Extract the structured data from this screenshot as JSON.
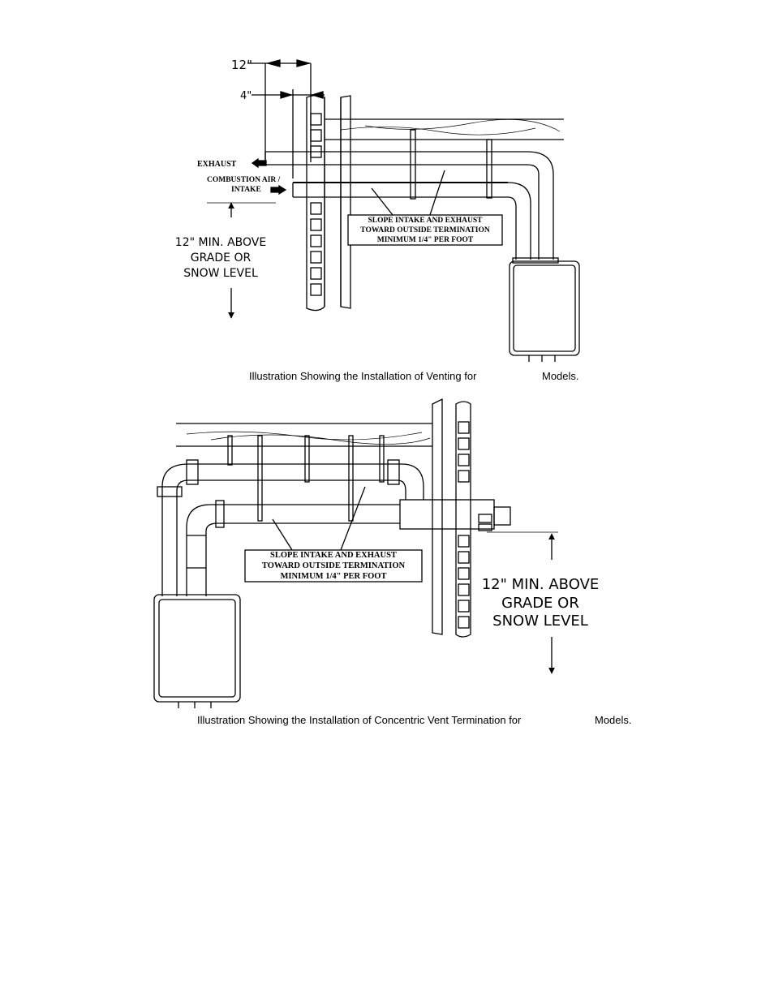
{
  "figure1": {
    "dim_12": "12\"",
    "dim_4": "4\"",
    "exhaust": "EXHAUST",
    "combustion_1": "COMBUSTION AIR /",
    "combustion_2": "INTAKE",
    "slope_1": "SLOPE INTAKE AND EXHAUST",
    "slope_2": "TOWARD OUTSIDE TERMINATION",
    "slope_3": "MINIMUM 1/4\" PER FOOT",
    "grade_1": "12\" MIN. ABOVE",
    "grade_2": "GRADE OR",
    "grade_3": "SNOW LEVEL",
    "caption_a": "Illustration Showing the Installation of Venting for",
    "caption_b": "Models."
  },
  "figure2": {
    "slope_1": "SLOPE INTAKE AND EXHAUST",
    "slope_2": "TOWARD OUTSIDE TERMINATION",
    "slope_3": "MINIMUM 1/4\" PER FOOT",
    "grade_1": "12\" MIN. ABOVE",
    "grade_2": "GRADE OR",
    "grade_3": "SNOW LEVEL",
    "caption_a": "Illustration Showing the Installation of Concentric Vent Termination for",
    "caption_b": "Models."
  }
}
